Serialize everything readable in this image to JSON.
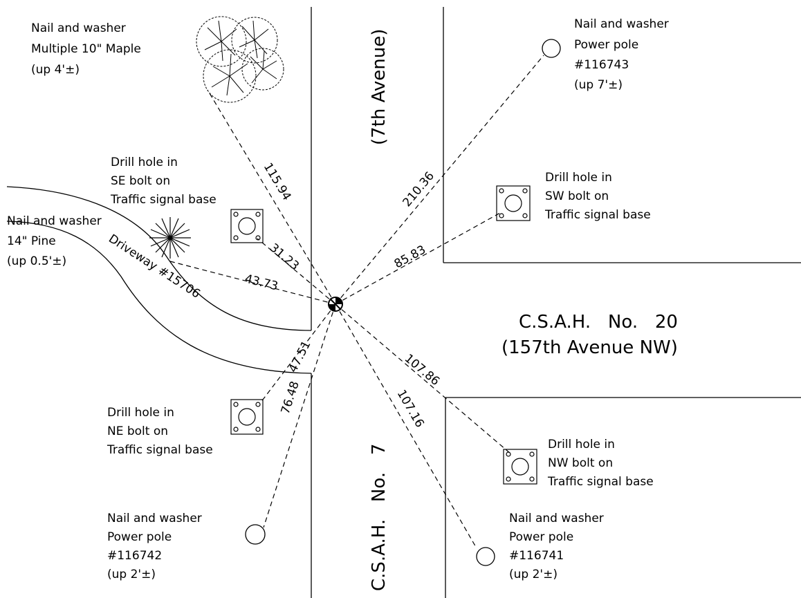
{
  "roads": {
    "horizontal_name": "C.S.A.H.   No.   20",
    "horizontal_alt": "(157th Avenue NW)",
    "vertical_name": "C.S.A.H.   No.   7",
    "vertical_alt": "(7th Avenue)"
  },
  "driveway_label": "Driveway #15706",
  "references": {
    "maple": {
      "line1": "Nail and washer",
      "line2": "Multiple 10\" Maple",
      "line3": "(up 4'±)",
      "distance": "115.94"
    },
    "pole_ne": {
      "line1": "Nail and washer",
      "line2": "Power pole",
      "line3": "#116743",
      "line4": "(up 7'±)",
      "distance": "210.36"
    },
    "signal_se": {
      "line1": "Drill hole in",
      "line2": "SE bolt on",
      "line3": "Traffic signal base",
      "distance": "31.23"
    },
    "signal_sw": {
      "line1": "Drill hole in",
      "line2": "SW bolt on",
      "line3": "Traffic signal base",
      "distance": "85.83"
    },
    "pine": {
      "line1": "Nail and washer",
      "line2": "14\" Pine",
      "line3": "(up 0.5'±)",
      "distance": "43.73"
    },
    "signal_ne": {
      "line1": "Drill hole in",
      "line2": "NE bolt on",
      "line3": "Traffic signal base",
      "distance": "47.51"
    },
    "pole_sw": {
      "line1": "Nail and washer",
      "line2": "Power pole",
      "line3": "#116742",
      "line4": "(up 2'±)",
      "distance": "76.48"
    },
    "signal_nw": {
      "line1": "Drill hole in",
      "line2": "NW bolt on",
      "line3": "Traffic signal base",
      "distance": "107.86"
    },
    "pole_se": {
      "line1": "Nail and washer",
      "line2": "Power pole",
      "line3": "#116741",
      "line4": "(up 2'±)",
      "distance": "107.16"
    }
  }
}
